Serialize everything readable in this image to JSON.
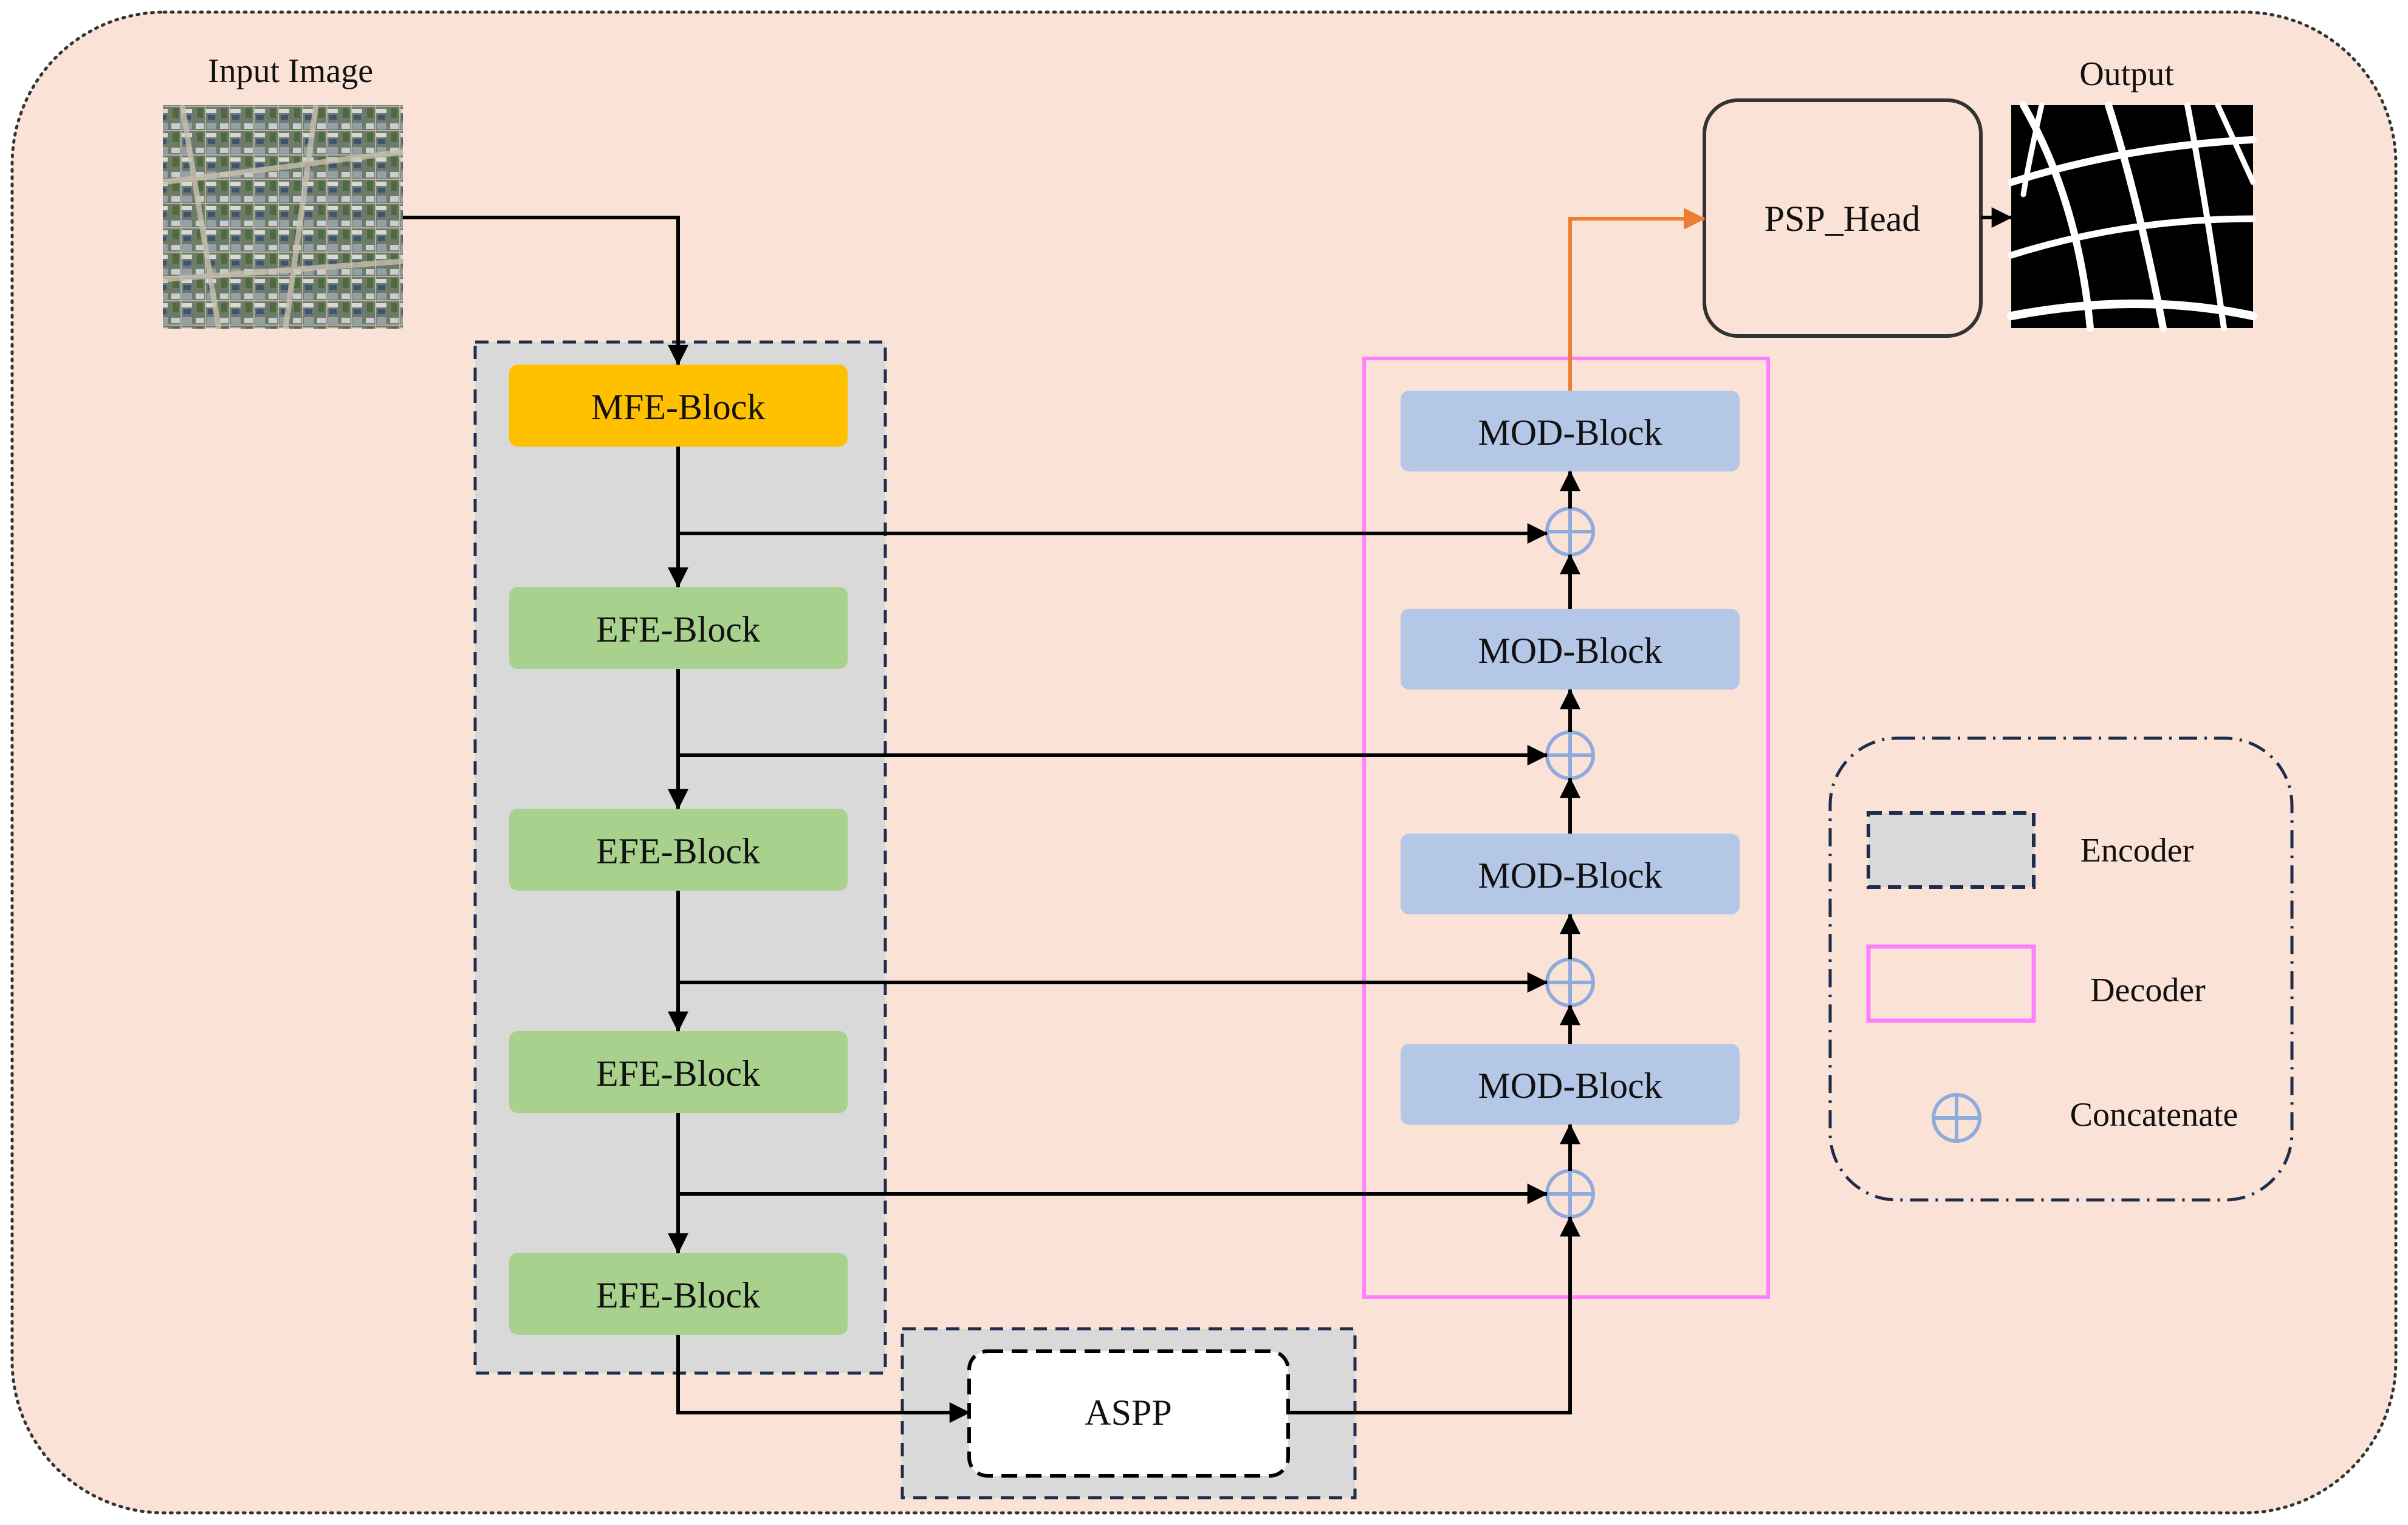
{
  "diagram": {
    "input_label": "Input Image",
    "output_label": "Output",
    "head_label": "PSP_Head",
    "aspp_label": "ASPP",
    "encoder_blocks": [
      "MFE-Block",
      "EFE-Block",
      "EFE-Block",
      "EFE-Block",
      "EFE-Block"
    ],
    "decoder_blocks": [
      "MOD-Block",
      "MOD-Block",
      "MOD-Block",
      "MOD-Block"
    ]
  },
  "legend": {
    "encoder": "Encoder",
    "decoder": "Decoder",
    "concatenate": "Concatenate"
  },
  "colors": {
    "background": "#fae3d6",
    "mfe_block": "#ffc000",
    "efe_block": "#a9d18e",
    "mod_block": "#b4c7e7",
    "encoder_fill": "#d9d9d9",
    "encoder_border": "#1f2d4d",
    "decoder_border": "#ff80ff",
    "concat_symbol": "#8faadc",
    "head_arrow": "#ed7d31"
  }
}
